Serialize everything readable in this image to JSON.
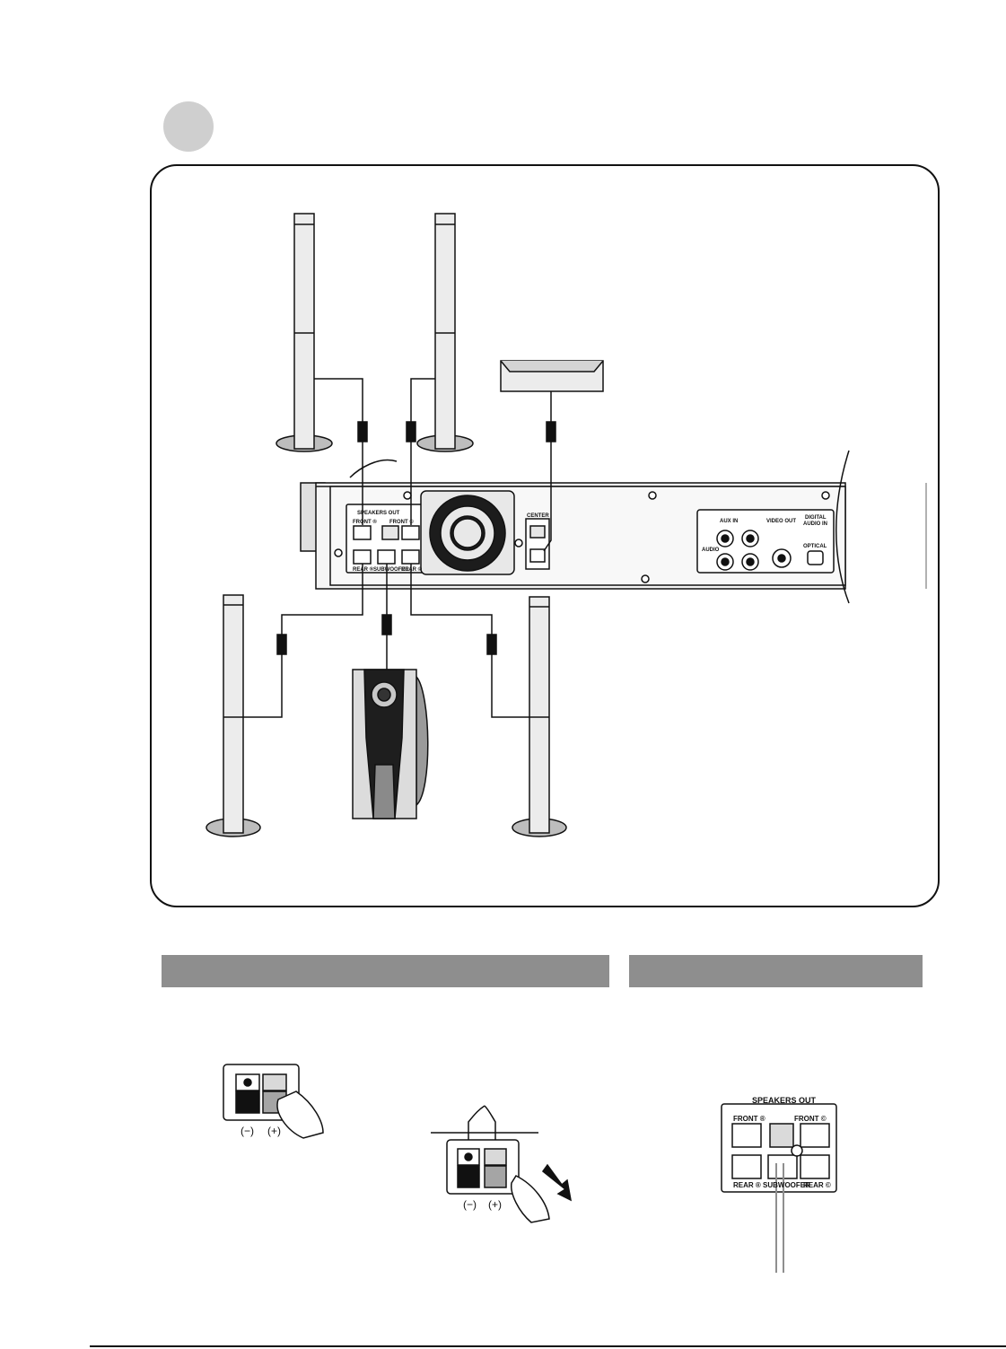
{
  "receiver": {
    "speakers_out": "SPEAKERS OUT",
    "front_r": "FRONT ®",
    "front_l": "FRONT ©",
    "rear_r": "REAR ®",
    "subwoofer": "SUBWOOFER",
    "rear_l": "REAR ©",
    "center": "CENTER",
    "aux_in": "AUX IN",
    "audio": "AUDIO",
    "video_out": "VIDEO OUT",
    "digital_audio_in_1": "DIGITAL",
    "digital_audio_in_2": "AUDIO IN",
    "optical": "OPTICAL"
  },
  "steps": {
    "minus": "(−)",
    "plus": "(+)"
  },
  "terminal": {
    "speakers_out": "SPEAKERS OUT",
    "front_r": "FRONT ®",
    "front_l": "FRONT ©",
    "rear_r": "REAR ®",
    "subwoofer": "SUBWOOFER",
    "rear_l": "REAR ©"
  }
}
